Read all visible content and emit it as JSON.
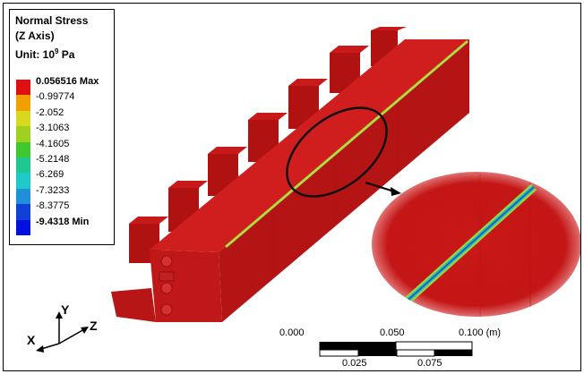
{
  "legend": {
    "title_line1": "Normal Stress",
    "title_line2": "(Z Axis)",
    "unit_prefix": "Unit: 10",
    "unit_exp": "9",
    "unit_suffix": " Pa",
    "values": [
      "0.056516 Max",
      "-0.99774",
      "-2.052",
      "-3.1063",
      "-4.1605",
      "-5.2148",
      "-6.269",
      "-7.3233",
      "-8.3775",
      "-9.4318 Min"
    ],
    "colors": [
      "#e01010",
      "#f0a000",
      "#d8d820",
      "#a0d020",
      "#40c830",
      "#20c890",
      "#20c8c8",
      "#2090d8",
      "#1040d8",
      "#0010e0"
    ]
  },
  "axes": {
    "x": "X",
    "y": "Y",
    "z": "Z"
  },
  "scalebar": {
    "top_labels": [
      "0.000",
      "0.050",
      "0.100 (m)"
    ],
    "bottom_labels": [
      "0.025",
      "0.075"
    ]
  },
  "colors": {
    "body": "#c81414",
    "body_dark": "#a01010",
    "body_top": "#d22020",
    "crack": "#9ad840",
    "crack_core": "#2080c8"
  }
}
